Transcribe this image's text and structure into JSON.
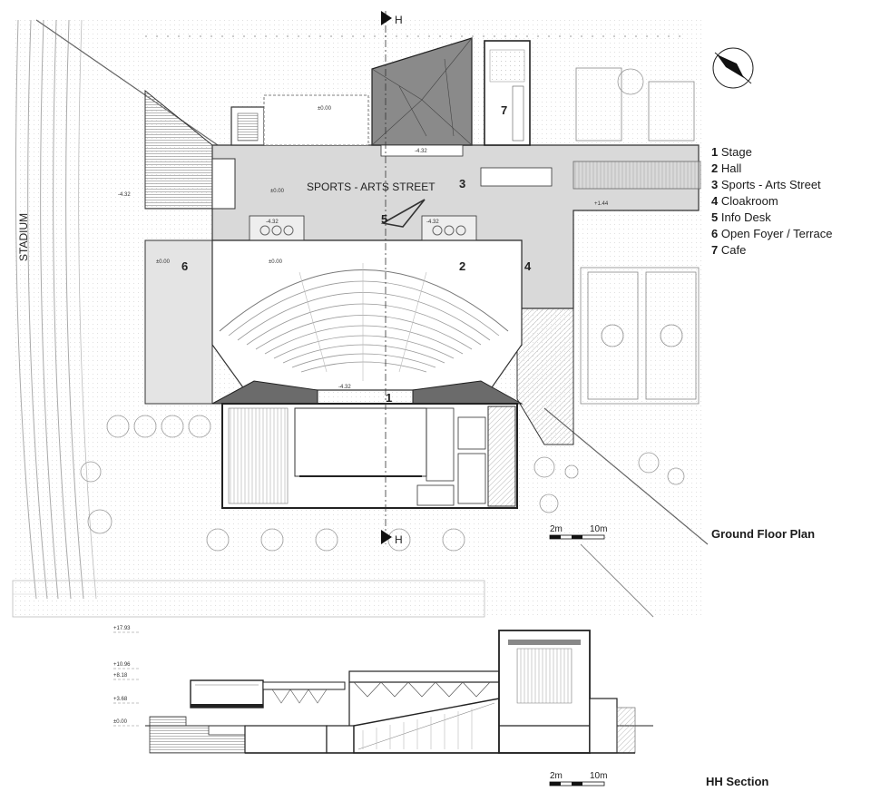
{
  "plan": {
    "caption": "Ground Floor Plan",
    "street_label": "SPORTS - ARTS STREET",
    "stadium_label": "STADIUM",
    "section_marker": "H",
    "room_numbers": {
      "stage": "1",
      "hall": "2",
      "street": "3",
      "cloakroom": "4",
      "info_desk": "5",
      "foyer": "6",
      "cafe": "7"
    },
    "levels": {
      "stage_pit": "-4.32",
      "stair_left": "-4.32",
      "top_block": "±0.00",
      "top_dark": "-4.32",
      "street": "±0.00",
      "garden_left": "-4.32",
      "garden_right": "-4.32",
      "east_terrace": "+1.44",
      "foyer": "±0.00",
      "hall_top": "±0.00"
    },
    "scale": {
      "a": "2m",
      "b": "10m"
    }
  },
  "legend": [
    {
      "num": "1",
      "label": "Stage"
    },
    {
      "num": "2",
      "label": "Hall"
    },
    {
      "num": "3",
      "label": "Sports - Arts Street"
    },
    {
      "num": "4",
      "label": "Cloakroom"
    },
    {
      "num": "5",
      "label": "Info Desk"
    },
    {
      "num": "6",
      "label": "Open Foyer / Terrace"
    },
    {
      "num": "7",
      "label": "Cafe"
    }
  ],
  "section": {
    "caption": "HH Section",
    "elevations": [
      "+17.93",
      "+10.96",
      "+8.18",
      "+3.68",
      "±0.00"
    ],
    "scale": {
      "a": "2m",
      "b": "10m"
    }
  },
  "colors": {
    "line": "#333333",
    "floor": "#d9d9d9",
    "dark": "#6b6b6b"
  }
}
